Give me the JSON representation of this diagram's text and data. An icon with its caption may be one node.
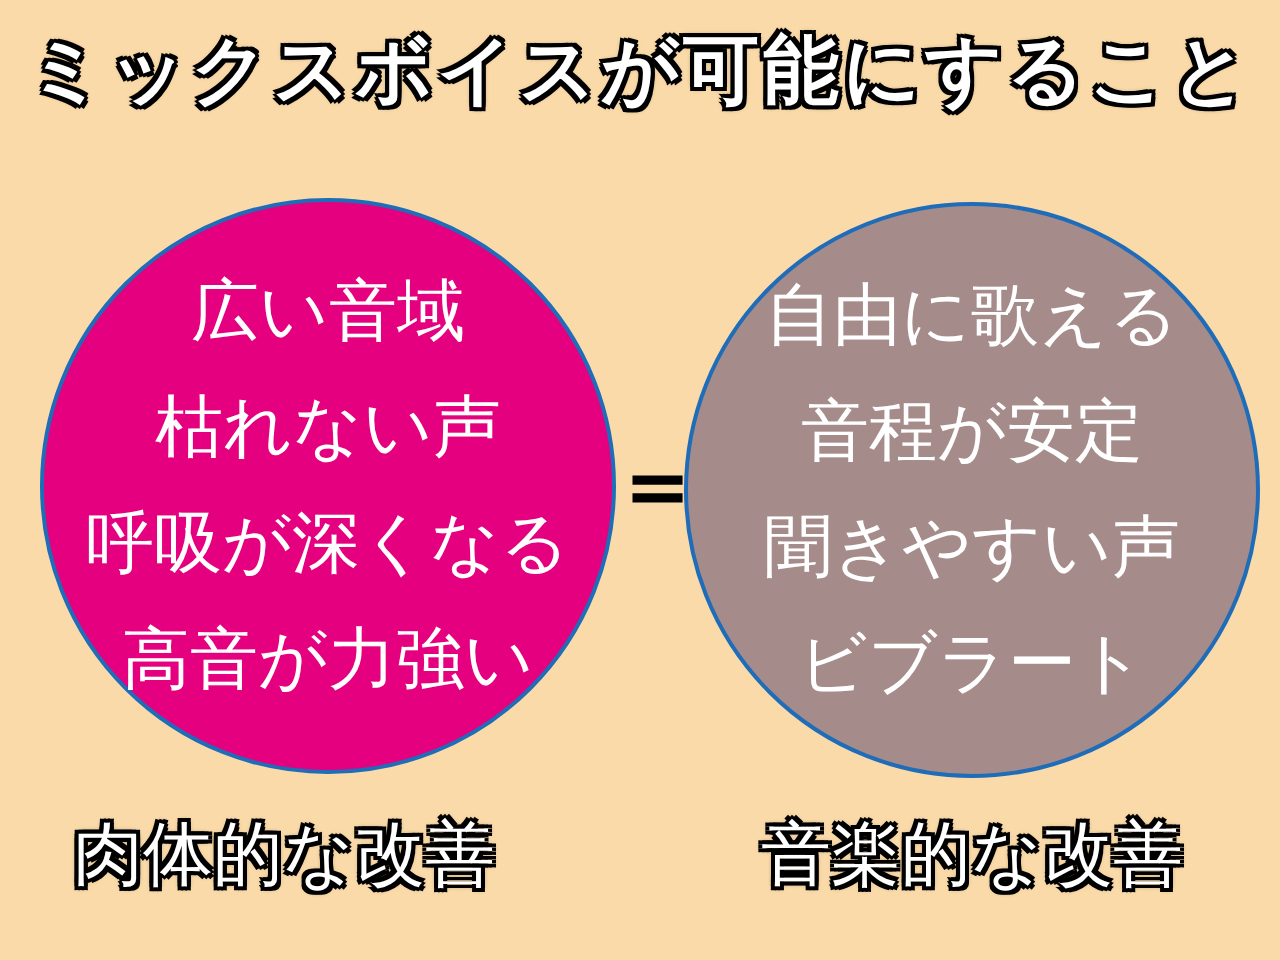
{
  "diagram": {
    "title": "ミックスボイスが可能にすること",
    "nodes": [
      {
        "text": [
          "広い音域",
          "枯れない声",
          "呼吸が深くなる",
          "高音が力強い"
        ],
        "beside": [
          "肉体的な改善"
        ]
      },
      {
        "text": [
          "自由に歌える",
          "音程が安定",
          "聞きやすい声",
          "ビブラート"
        ],
        "beside": [
          "音楽的な改善"
        ]
      }
    ],
    "labels": [
      "="
    ]
  }
}
